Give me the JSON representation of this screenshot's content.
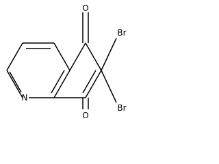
{
  "molecule": {
    "atoms": {
      "o5": "O",
      "o8": "O",
      "br6": "Br",
      "br7": "Br",
      "n1": "N"
    }
  }
}
